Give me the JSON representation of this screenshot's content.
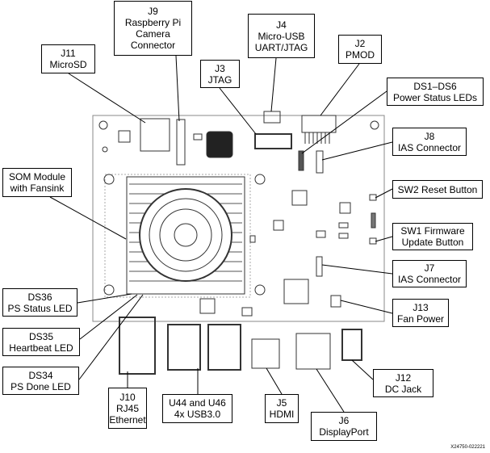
{
  "labels": {
    "j9": [
      "J9",
      "Raspberry Pi",
      "Camera",
      "Connector"
    ],
    "j11": [
      "J11",
      "MicroSD"
    ],
    "j4": [
      "J4",
      "Micro-USB",
      "UART/JTAG"
    ],
    "j2": [
      "J2",
      "PMOD"
    ],
    "j3": [
      "J3",
      "JTAG"
    ],
    "ds1": [
      "DS1–DS6",
      "Power Status LEDs"
    ],
    "j8": [
      "J8",
      "IAS Connector"
    ],
    "som": [
      "SOM Module",
      "with Fansink"
    ],
    "sw2": [
      "SW2 Reset Button"
    ],
    "sw1": [
      "SW1 Firmware",
      "Update Button"
    ],
    "j7": [
      "J7",
      "IAS Connector"
    ],
    "ds36": [
      "DS36",
      "PS Status LED"
    ],
    "j13": [
      "J13",
      "Fan Power"
    ],
    "ds35": [
      "DS35",
      "Heartbeat LED"
    ],
    "ds34": [
      "DS34",
      "PS Done LED"
    ],
    "j12": [
      "J12",
      "DC Jack"
    ],
    "j10": [
      "J10",
      "RJ45",
      "Ethernet"
    ],
    "u44": [
      "U44 and U46",
      "4x USB3.0"
    ],
    "j5": [
      "J5",
      "HDMI"
    ],
    "j6": [
      "J6",
      "DisplayPort"
    ]
  },
  "figure_id": "X24750-022221"
}
